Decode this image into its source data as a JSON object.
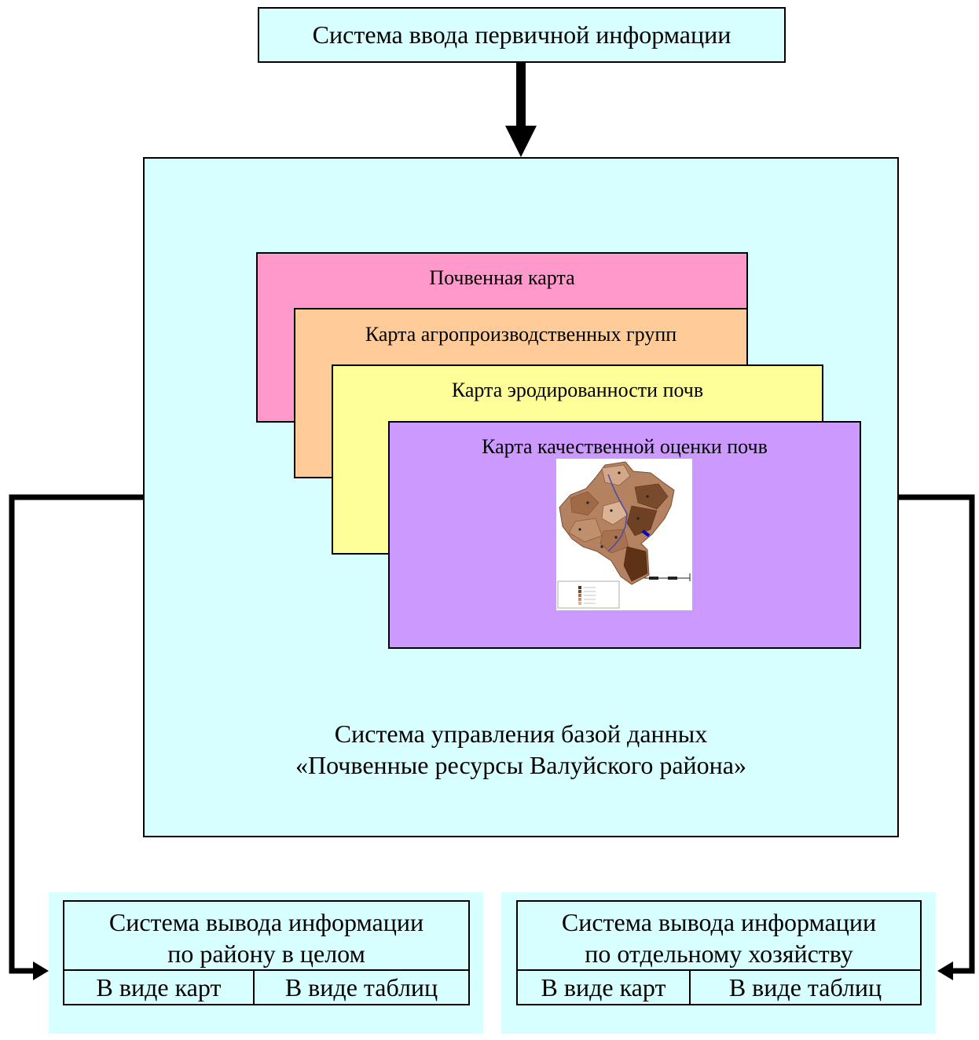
{
  "input_system": {
    "label": "Система ввода первичной информации"
  },
  "database": {
    "title_line1": "Система управления базой данных",
    "title_line2": "«Почвенные ресурсы Валуйского района»",
    "layers": [
      {
        "label": "Почвенная карта",
        "color": "#ff99cc"
      },
      {
        "label": "Карта агропроизводственных групп",
        "color": "#ffcc99"
      },
      {
        "label": "Карта эродированности почв",
        "color": "#ffff99"
      },
      {
        "label": "Карта качественной оценки почв",
        "color": "#cc99ff"
      }
    ]
  },
  "outputs": [
    {
      "title_line1": "Система вывода информации",
      "title_line2": "по району в целом",
      "cell_maps": "В виде карт",
      "cell_tables": "В виде таблиц"
    },
    {
      "title_line1": "Система вывода информации",
      "title_line2": "по отдельному хозяйству",
      "cell_maps": "В виде карт",
      "cell_tables": "В виде таблиц"
    }
  ],
  "colors": {
    "box_fill": "#d8ffff",
    "stroke": "#000000"
  }
}
